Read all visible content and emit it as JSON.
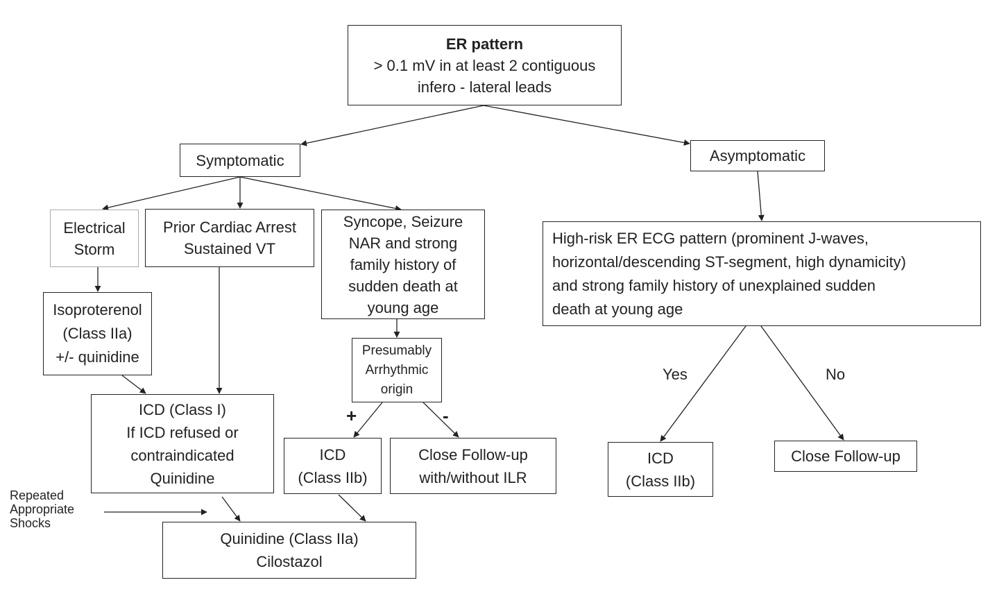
{
  "nodes": {
    "er_pattern": {
      "title": "ER pattern",
      "lines": [
        "> 0.1 mV in at least 2 contiguous",
        "infero - lateral leads"
      ]
    },
    "symptomatic": {
      "lines": [
        "Symptomatic"
      ]
    },
    "asymptomatic": {
      "lines": [
        "Asymptomatic"
      ]
    },
    "electrical_storm": {
      "lines": [
        "Electrical",
        "Storm"
      ]
    },
    "prior_cardiac_arrest": {
      "lines": [
        "Prior Cardiac Arrest",
        "Sustained VT"
      ]
    },
    "syncope": {
      "lines": [
        "Syncope, Seizure",
        "NAR and strong",
        "family history of",
        "sudden death at",
        "young age"
      ]
    },
    "high_risk": {
      "lines": [
        "High-risk ER ECG pattern (prominent J-waves,",
        "horizontal/descending ST-segment, high dynamicity)",
        "and strong family history of unexplained sudden",
        "death at young age"
      ]
    },
    "isoproterenol": {
      "lines": [
        "Isoproterenol",
        "(Class IIa)",
        "+/- quinidine"
      ]
    },
    "presumably_arrhythmic": {
      "lines": [
        "Presumably",
        "Arrhythmic",
        "origin"
      ]
    },
    "icd_class1": {
      "lines": [
        "ICD (Class I)",
        "If ICD refused or",
        "contraindicated",
        "Quinidine"
      ]
    },
    "icd_2b_left": {
      "lines": [
        "ICD",
        "(Class IIb)"
      ]
    },
    "close_followup_ilr": {
      "lines": [
        "Close Follow-up",
        "with/without ILR"
      ]
    },
    "icd_2b_right": {
      "lines": [
        "ICD",
        "(Class IIb)"
      ]
    },
    "close_followup": {
      "lines": [
        "Close Follow-up"
      ]
    },
    "quinidine_cilostazol": {
      "lines": [
        "Quinidine (Class IIa)",
        "Cilostazol"
      ]
    }
  },
  "edge_labels": {
    "yes": "Yes",
    "no": "No",
    "plus": "+",
    "minus": "-"
  },
  "side_note": {
    "lines": [
      "Repeated",
      "Appropriate",
      "Shocks"
    ]
  },
  "colors": {
    "stroke": "#222222",
    "light_border": "#aaaaaa",
    "background": "#ffffff"
  }
}
